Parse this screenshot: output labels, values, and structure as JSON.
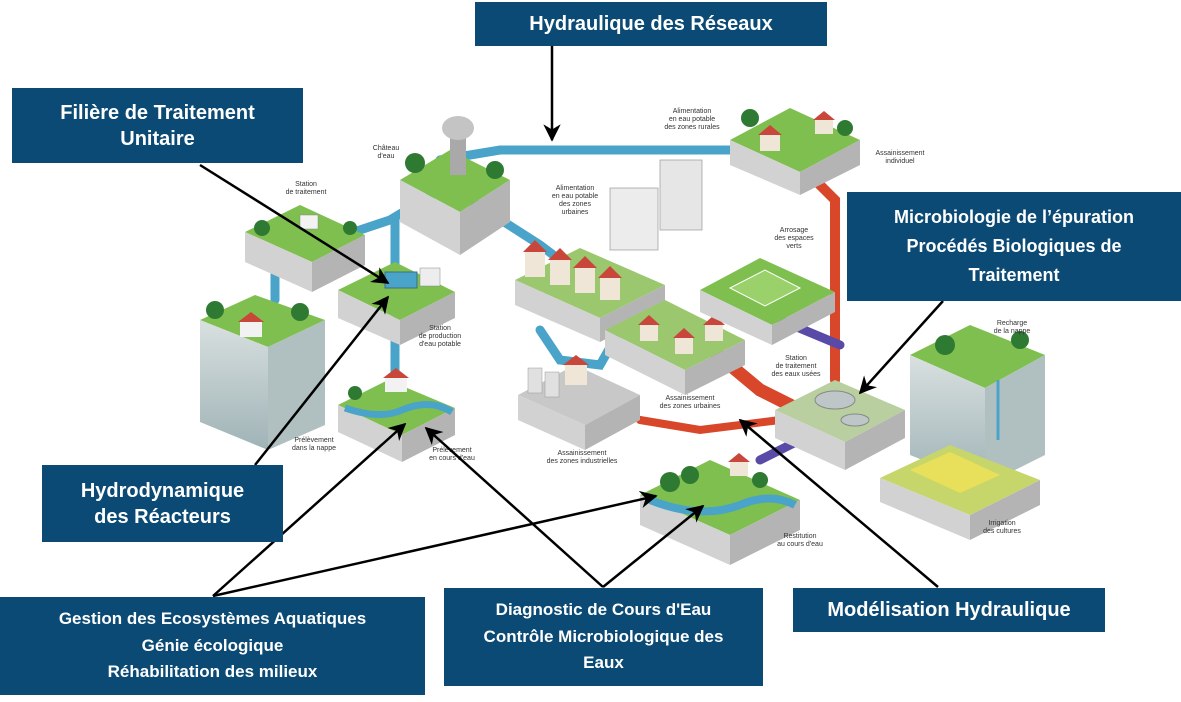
{
  "boxes": {
    "hydraulique_reseaux": {
      "lines": [
        "Hydraulique des Réseaux"
      ]
    },
    "filiere": {
      "lines": [
        "Filière de Traitement",
        "Unitaire"
      ]
    },
    "microbiologie": {
      "lines": [
        "Microbiologie de l’épuration",
        "Procédés Biologiques de",
        "Traitement"
      ]
    },
    "hydrodynamique": {
      "lines": [
        "Hydrodynamique",
        "des Réacteurs"
      ]
    },
    "gestion": {
      "lines": [
        "Gestion des Ecosystèmes Aquatiques",
        "Génie écologique",
        "Réhabilitation des milieux"
      ]
    },
    "diagnostic": {
      "lines": [
        "Diagnostic de Cours d'Eau",
        "Contrôle Microbiologique des",
        "Eaux"
      ]
    },
    "modelisation": {
      "lines": [
        "Modélisation Hydraulique"
      ]
    }
  },
  "illustration_labels": {
    "chateau_eau": [
      "Château",
      "d'eau"
    ],
    "station_traitement": [
      "Station",
      "de traitement"
    ],
    "alim_rurales": [
      "Alimentation",
      "en eau potable",
      "des zones rurales"
    ],
    "assainissement_individuel": [
      "Assainissement",
      "individuel"
    ],
    "alim_urbaines": [
      "Alimentation",
      "en eau potable",
      "des zones",
      "urbaines"
    ],
    "arrosage": [
      "Arrosage",
      "des espaces",
      "verts"
    ],
    "station_production": [
      "Station",
      "de production",
      "d'eau potable"
    ],
    "recharge_nappe": [
      "Recharge",
      "de la nappe"
    ],
    "station_eaux_usees": [
      "Station",
      "de traitement",
      "des eaux usées"
    ],
    "prelevement_nappe": [
      "Prélèvement",
      "dans la nappe"
    ],
    "prelevement_cours": [
      "Prélèvement",
      "en cours d'eau"
    ],
    "assainissement_urbaines": [
      "Assainissement",
      "des zones urbaines"
    ],
    "assainissement_industrielles": [
      "Assainissement",
      "des zones industrielles"
    ],
    "restitution": [
      "Restitution",
      "au cours d'eau"
    ],
    "irrigation": [
      "Irrigation",
      "des cultures"
    ]
  },
  "colors": {
    "box_fill": "#0b4a74",
    "box_text": "#ffffff",
    "arrow": "#000000",
    "pipe_clean": "#4aa3c8",
    "pipe_waste": "#d9472a",
    "pipe_recycled": "#5a4aa8",
    "grass": "#7fbf4f",
    "tree": "#2f7a32",
    "soil": "#cfcfcf",
    "roof": "#c9473a"
  }
}
